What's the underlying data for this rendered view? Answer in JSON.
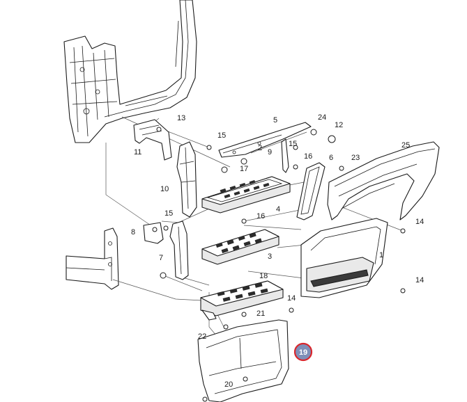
{
  "diagram": {
    "callouts": [
      "1",
      "2",
      "3",
      "4",
      "5",
      "6",
      "7",
      "8",
      "9",
      "10",
      "11",
      "12",
      "13",
      "14",
      "14",
      "14",
      "15",
      "15",
      "15",
      "16",
      "16",
      "17",
      "18",
      "20",
      "21",
      "22",
      "23",
      "24",
      "25"
    ],
    "highlighted_callout": "19",
    "colors": {
      "line": "#1a1a1a",
      "highlight_ring": "#d9262c",
      "highlight_fill": "#7f8fb8",
      "highlight_text": "#ffffff"
    }
  }
}
